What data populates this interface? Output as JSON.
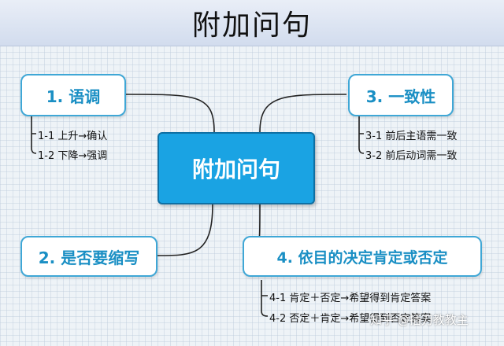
{
  "title": "附加问句",
  "center": "附加问句",
  "branches": [
    {
      "label": "1. 语调",
      "items": [
        "1-1 上升→确认",
        "1-2 下降→强调"
      ]
    },
    {
      "label": "3. 一致性",
      "items": [
        "3-1 前后主语需一致",
        "3-2 前后动词需一致"
      ]
    },
    {
      "label": "2. 是否要缩写",
      "items": []
    },
    {
      "label": "4. 依目的决定肯定或否定",
      "items": [
        "4-1 肯定＋否定→希望得到肯定答案",
        "4-2 否定＋肯定→希望得到否定答案"
      ]
    }
  ],
  "watermark": "知乎 @插刀教教主",
  "colors": {
    "accent": "#1aa3e3",
    "border": "#3fa7d6",
    "text_accent": "#1a8fc4"
  }
}
